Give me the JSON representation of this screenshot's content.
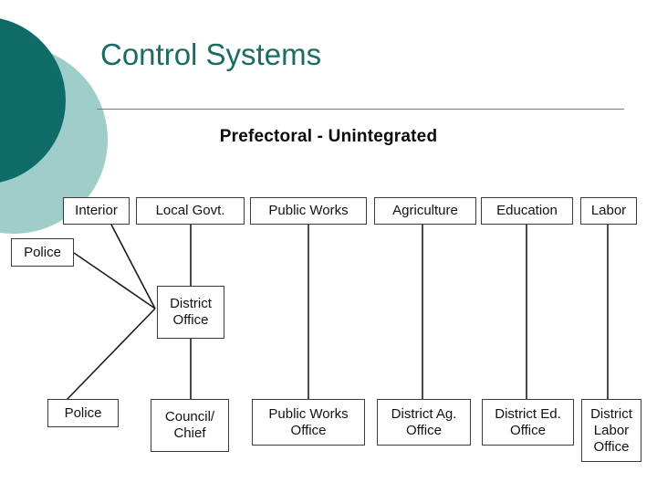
{
  "slide": {
    "title": "Control Systems",
    "subtitle": "Prefectoral - Unintegrated",
    "title_color": "#1a6b63",
    "accent_dark": "#0e6b68",
    "accent_light": "#9fcdc9",
    "background": "#ffffff",
    "line_color": "#1c1c1c",
    "box_border_color": "#3b3b3b"
  },
  "chart": {
    "ministries": [
      {
        "id": "interior",
        "label": "Interior"
      },
      {
        "id": "local-govt",
        "label": "Local Govt."
      },
      {
        "id": "public-works",
        "label": "Public Works"
      },
      {
        "id": "agriculture",
        "label": "Agriculture"
      },
      {
        "id": "education",
        "label": "Education"
      },
      {
        "id": "labor",
        "label": "Labor"
      }
    ],
    "middle": [
      {
        "id": "police-upper",
        "label": "Police"
      },
      {
        "id": "district-office",
        "label": "District\nOffice"
      }
    ],
    "field_units": [
      {
        "id": "police-lower",
        "label": "Police"
      },
      {
        "id": "council-chief",
        "label": "Council/\nChief"
      },
      {
        "id": "public-works-office",
        "label": "Public Works\nOffice"
      },
      {
        "id": "district-ag-office",
        "label": "District Ag.\nOffice"
      },
      {
        "id": "district-ed-office",
        "label": "District Ed.\nOffice"
      },
      {
        "id": "district-labor-office",
        "label": "District\nLabor\nOffice"
      }
    ]
  }
}
